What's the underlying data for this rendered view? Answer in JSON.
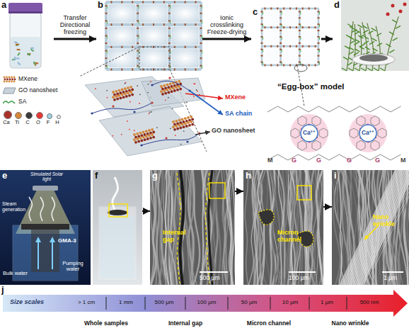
{
  "diagram": {
    "nodes": [
      {
        "text": [
          "a"
        ]
      },
      {
        "text": [
          "b"
        ]
      },
      {
        "text": [
          "c"
        ]
      },
      {
        "text": [
          "d"
        ]
      },
      {
        "text": [
          "“Egg-box” model"
        ]
      },
      {
        "text": [
          "e",
          "Simulated Solar light",
          "Steam generation",
          "GMA-3",
          "Bulk water",
          "Pumping water"
        ]
      },
      {
        "text": [
          "f"
        ]
      },
      {
        "text": [
          "g",
          "Internal gap",
          "500 μm"
        ]
      },
      {
        "text": [
          "h",
          "Micron channel",
          "100 μm"
        ]
      },
      {
        "text": [
          "i",
          "Nano wrinkle",
          "1 μm"
        ]
      }
    ],
    "edges": [
      {
        "from": 0,
        "to": 1,
        "label": "Transfer Directional freezing",
        "arrow": "to"
      },
      {
        "from": 1,
        "to": 2,
        "label": "Ionic crosslinking Freeze-drying",
        "arrow": "to"
      },
      {
        "from": 2,
        "to": 3,
        "arrow": "to"
      },
      {
        "from": 6,
        "to": 7,
        "arrow": "to"
      },
      {
        "from": 7,
        "to": 8,
        "arrow": "to"
      },
      {
        "from": 8,
        "to": 9,
        "arrow": "to"
      }
    ],
    "labels": [
      "MXene",
      "SA chain",
      "GO nanosheet",
      "Ca²⁺",
      "Ca²⁺",
      "M",
      "G",
      "G",
      "G",
      "G",
      "M",
      "j",
      "Size scales",
      "> 1 cm",
      "1 mm",
      "500 μm",
      "100 μm",
      "50 μm",
      "10 μm",
      "1 μm",
      "500 nm",
      "Whole samples",
      "Internal gap",
      "Micron channel",
      "Nano wrinkle"
    ],
    "legend": [
      {
        "text": "MXene"
      },
      {
        "text": "GO nanosheet"
      },
      {
        "text": "SA"
      },
      {
        "text": "Ca",
        "color": "#a8322a"
      },
      {
        "text": "Ti",
        "color": "#d4883a"
      },
      {
        "text": "C",
        "color": "#3a3a3a"
      },
      {
        "text": "O",
        "color": "#e53935"
      },
      {
        "text": "F",
        "color": "#9fd3e6"
      },
      {
        "text": "H",
        "color": "#eeeeee"
      }
    ]
  }
}
